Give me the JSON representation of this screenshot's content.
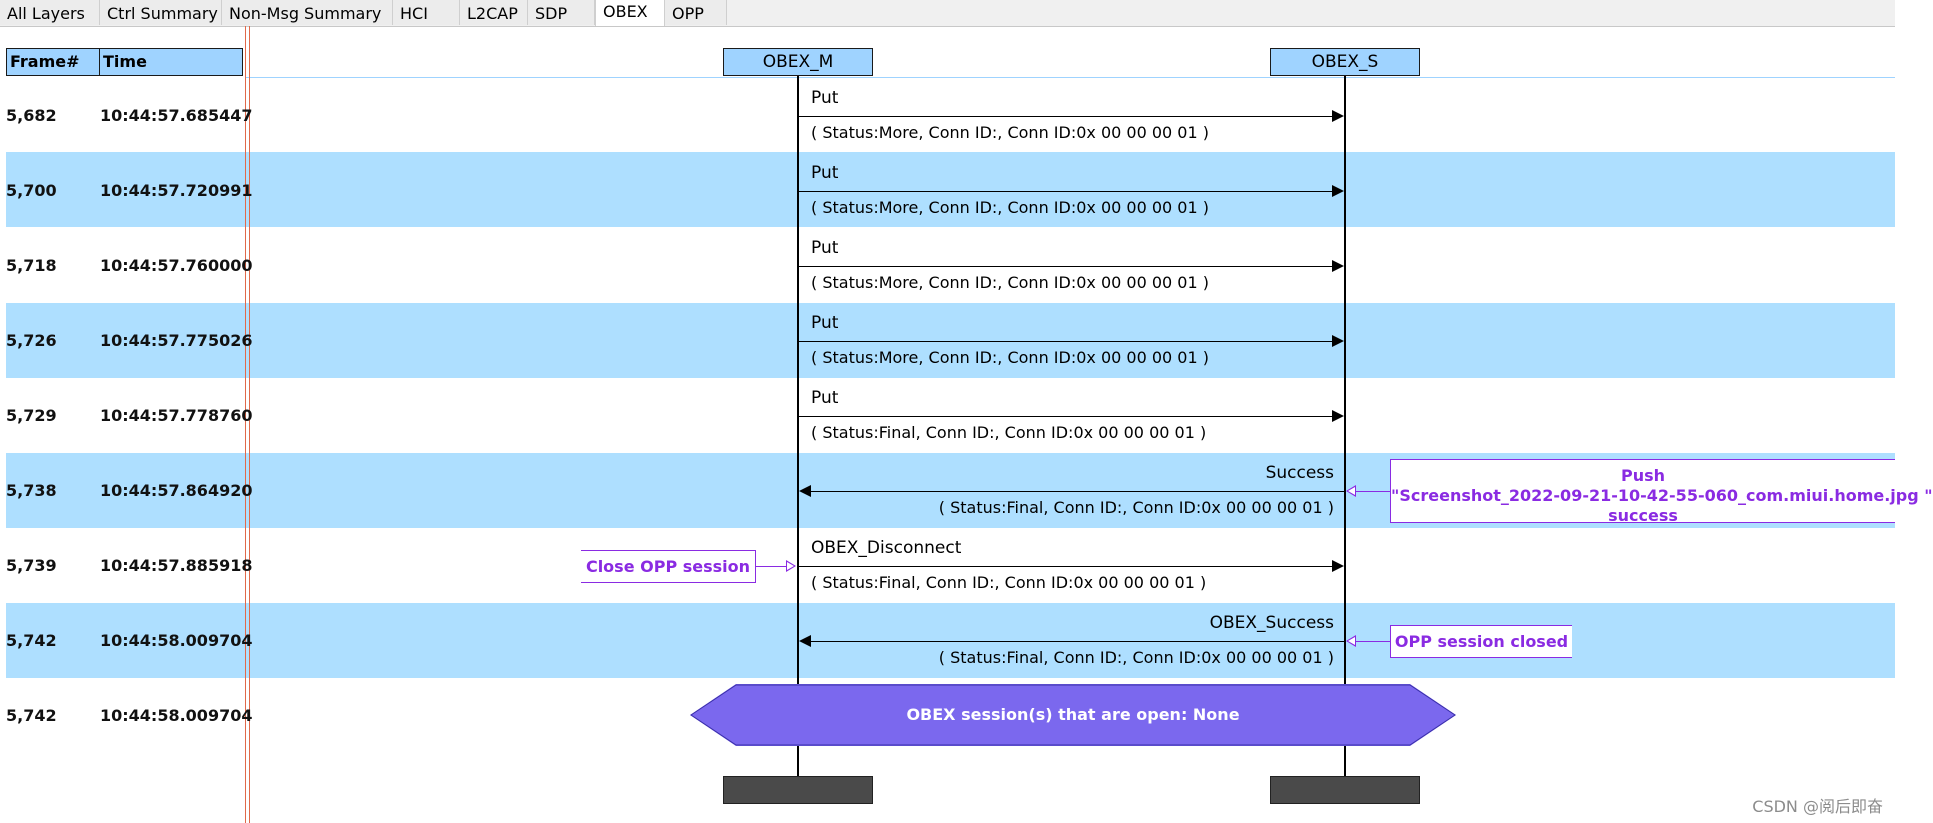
{
  "tabs": [
    "All Layers",
    "Ctrl Summary",
    "Non-Msg Summary",
    "HCI",
    "L2CAP",
    "SDP",
    "OBEX",
    "OPP"
  ],
  "active_tab": "OBEX",
  "columns": {
    "frame": "Frame#",
    "time": "Time"
  },
  "lifelines": {
    "master": "OBEX_M",
    "slave": "OBEX_S"
  },
  "rows": [
    {
      "frame": "5,682",
      "time": "10:44:57.685447",
      "label": "Put",
      "params": "( Status:More, Conn ID:, Conn ID:0x 00 00 00 01 )",
      "direction": "right"
    },
    {
      "frame": "5,700",
      "time": "10:44:57.720991",
      "label": "Put",
      "params": "( Status:More, Conn ID:, Conn ID:0x 00 00 00 01 )",
      "direction": "right"
    },
    {
      "frame": "5,718",
      "time": "10:44:57.760000",
      "label": "Put",
      "params": "( Status:More, Conn ID:, Conn ID:0x 00 00 00 01 )",
      "direction": "right"
    },
    {
      "frame": "5,726",
      "time": "10:44:57.775026",
      "label": "Put",
      "params": "( Status:More, Conn ID:, Conn ID:0x 00 00 00 01 )",
      "direction": "right"
    },
    {
      "frame": "5,729",
      "time": "10:44:57.778760",
      "label": "Put",
      "params": "( Status:Final, Conn ID:, Conn ID:0x 00 00 00 01 )",
      "direction": "right"
    },
    {
      "frame": "5,738",
      "time": "10:44:57.864920",
      "label": "Success",
      "params": "( Status:Final, Conn ID:, Conn ID:0x 00 00 00 01 )",
      "direction": "left"
    },
    {
      "frame": "5,739",
      "time": "10:44:57.885918",
      "label": "OBEX_Disconnect",
      "params": "( Status:Final, Conn ID:, Conn ID:0x 00 00 00 01 )",
      "direction": "right"
    },
    {
      "frame": "5,742",
      "time": "10:44:58.009704",
      "label": "OBEX_Success",
      "params": "( Status:Final, Conn ID:, Conn ID:0x 00 00 00 01 )",
      "direction": "left"
    },
    {
      "frame": "5,742",
      "time": "10:44:58.009704"
    }
  ],
  "notes": {
    "push_title": "Push",
    "push_file": "\"Screenshot_2022-09-21-10-42-55-060_com.miui.home.jpg \"",
    "push_status": "success",
    "close_session": "Close OPP session",
    "session_closed": "OPP session closed"
  },
  "banner": "OBEX session(s) that are open: None",
  "watermark": "CSDN @阅后即奋",
  "colors": {
    "header_fill": "#9fd3ff",
    "row_band": "#aedfff",
    "note_purple": "#8a2be2",
    "banner_fill": "#7b68ee",
    "separator": "#e0694a"
  }
}
